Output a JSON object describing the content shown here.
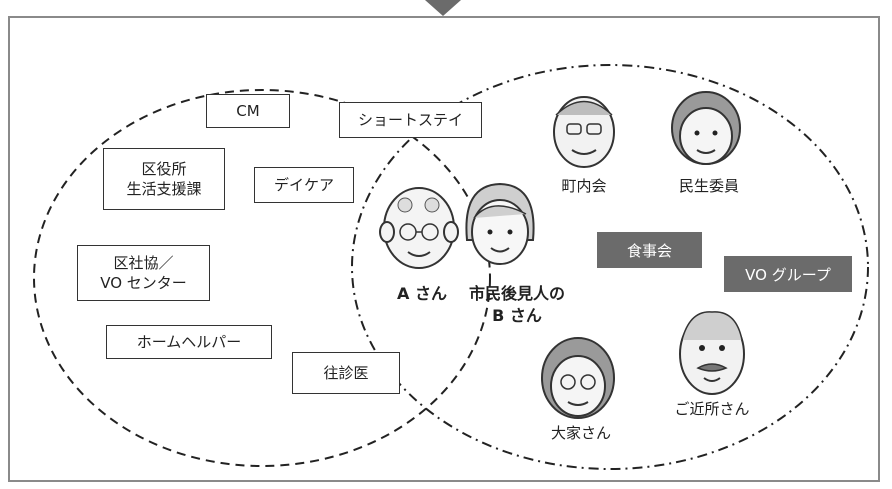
{
  "services": {
    "cm": "CM",
    "shortstay": "ショートステイ",
    "ward_office": "区役所\n生活支援課",
    "daycare": "デイケア",
    "social_welfare": "区社協／\nVO センター",
    "home_helper": "ホームヘルパー",
    "home_doctor": "往診医"
  },
  "people": {
    "person_a": "A さん",
    "person_b": "市民後見人の\nB さん"
  },
  "community": {
    "neighborhood": "町内会",
    "welfare_commissioner": "民生委員",
    "landlord": "大家さん",
    "neighbor": "ご近所さん"
  },
  "activities": {
    "meal_group": "食事会",
    "vo_group": "VO グループ"
  },
  "colors": {
    "frame": "#8a8a8a",
    "dark_box": "#6b6b6b",
    "line": "#222222"
  }
}
